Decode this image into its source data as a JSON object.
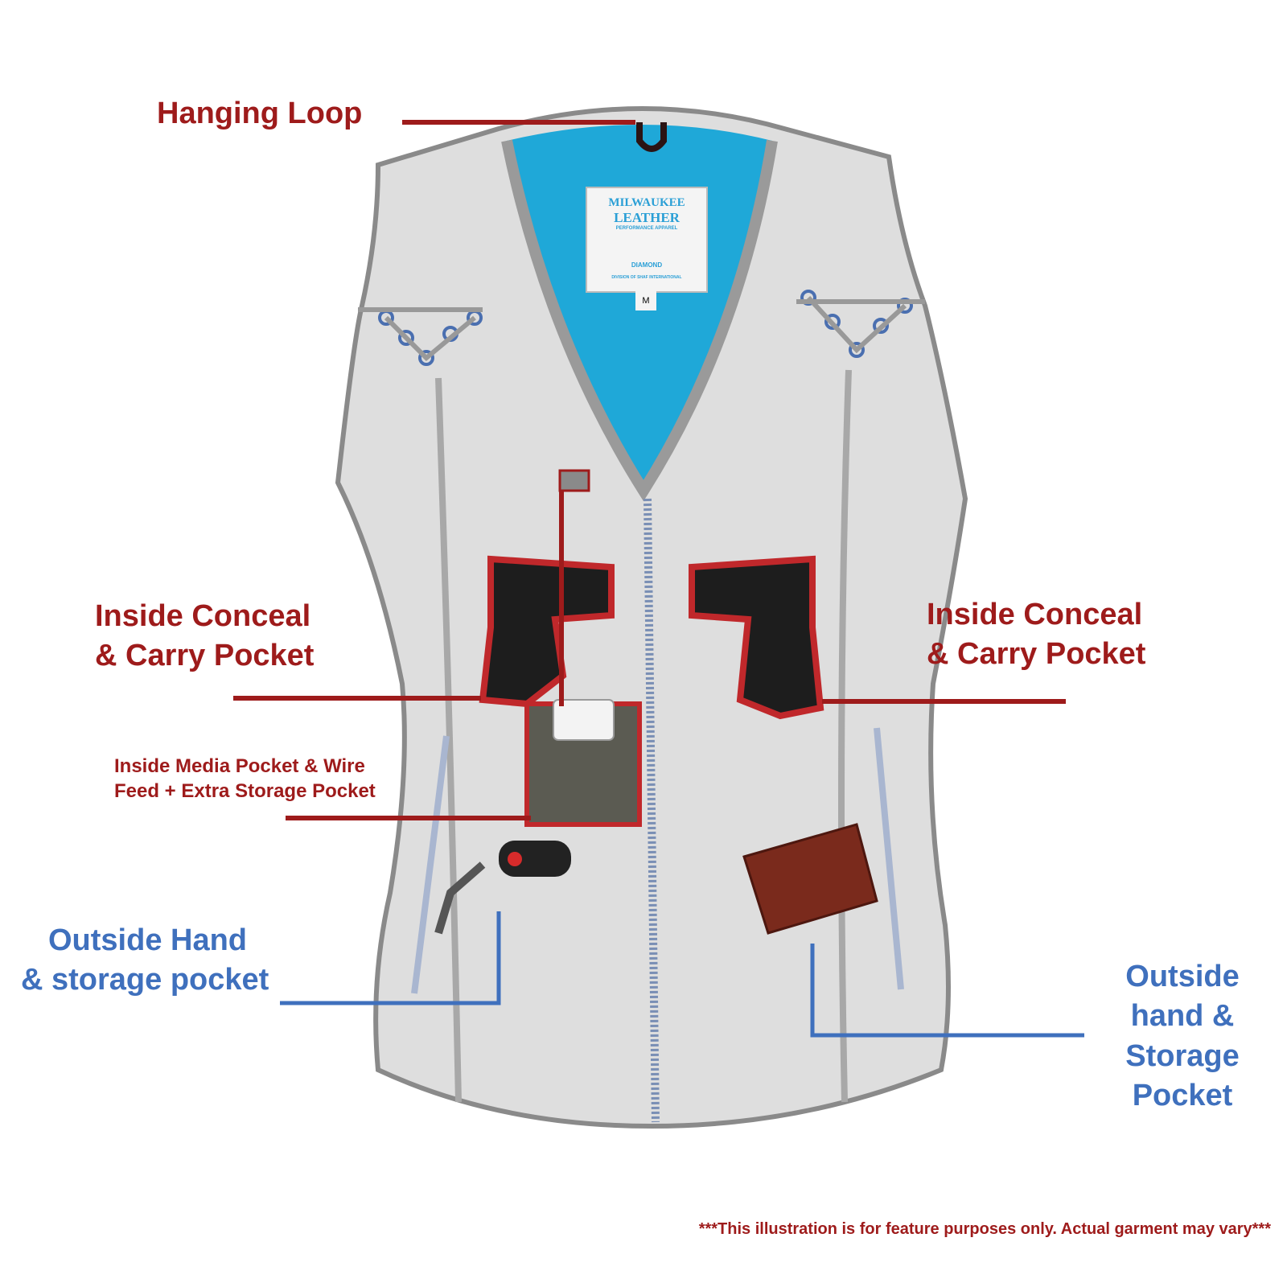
{
  "labels": {
    "hanging_loop": "Hanging Loop",
    "inside_conceal_left": [
      "Inside Conceal",
      "& Carry Pocket"
    ],
    "inside_conceal_right": [
      "Inside Conceal",
      "& Carry Pocket"
    ],
    "media_pocket": [
      "Inside Media Pocket & Wire",
      "Feed + Extra Storage Pocket"
    ],
    "outside_left": [
      "Outside Hand",
      "& storage pocket"
    ],
    "outside_right": [
      "Outside",
      "hand &",
      "Storage",
      "Pocket"
    ]
  },
  "brand_tag": {
    "line1": "MILWAUKEE",
    "line2": "LEATHER",
    "tagline": "PERFORMANCE APPAREL",
    "badge": "DIAMOND",
    "footer": "DIVISION OF SHAF INTERNATIONAL",
    "size": "M"
  },
  "disclaimer": "***This illustration is for feature purposes only.  Actual garment may vary***",
  "colors": {
    "callout_red": "#9e1b1b",
    "callout_blue": "#3f70bd",
    "lining": "#1fa8d8",
    "leather": "#dcdcdc"
  }
}
